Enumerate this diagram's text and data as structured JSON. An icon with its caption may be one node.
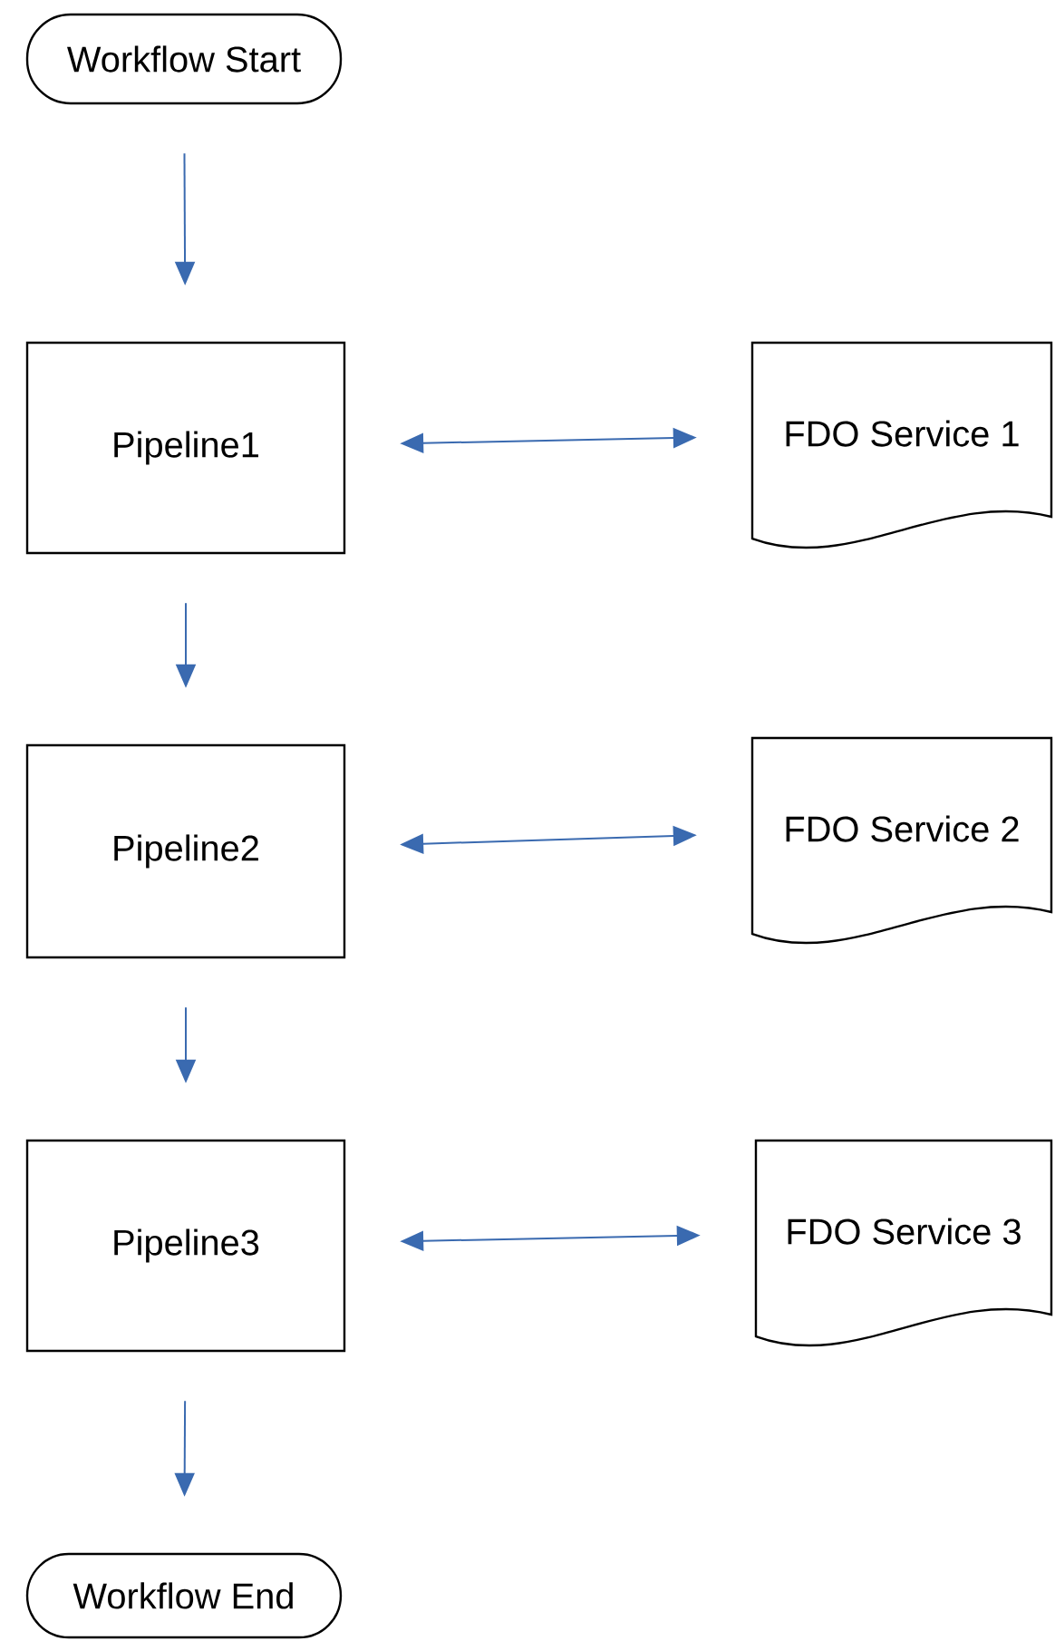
{
  "diagram": {
    "nodes": [
      {
        "text": [
          "Workflow Start"
        ]
      },
      {
        "text": [
          "Pipeline1"
        ]
      },
      {
        "text": [
          "FDO Service 1"
        ]
      },
      {
        "text": [
          "Pipeline2"
        ]
      },
      {
        "text": [
          "FDO Service 2"
        ]
      },
      {
        "text": [
          "Pipeline3"
        ]
      },
      {
        "text": [
          "FDO Service 3"
        ]
      },
      {
        "text": [
          "Workflow End"
        ]
      }
    ],
    "edges": [
      {
        "from": 0,
        "to": 1,
        "arrow": "to"
      },
      {
        "from": 1,
        "to": 2,
        "arrow": "both"
      },
      {
        "from": 1,
        "to": 3,
        "arrow": "to"
      },
      {
        "from": 3,
        "to": 4,
        "arrow": "both"
      },
      {
        "from": 3,
        "to": 5,
        "arrow": "to"
      },
      {
        "from": 5,
        "to": 6,
        "arrow": "both"
      },
      {
        "from": 5,
        "to": 7,
        "arrow": "to"
      }
    ]
  }
}
